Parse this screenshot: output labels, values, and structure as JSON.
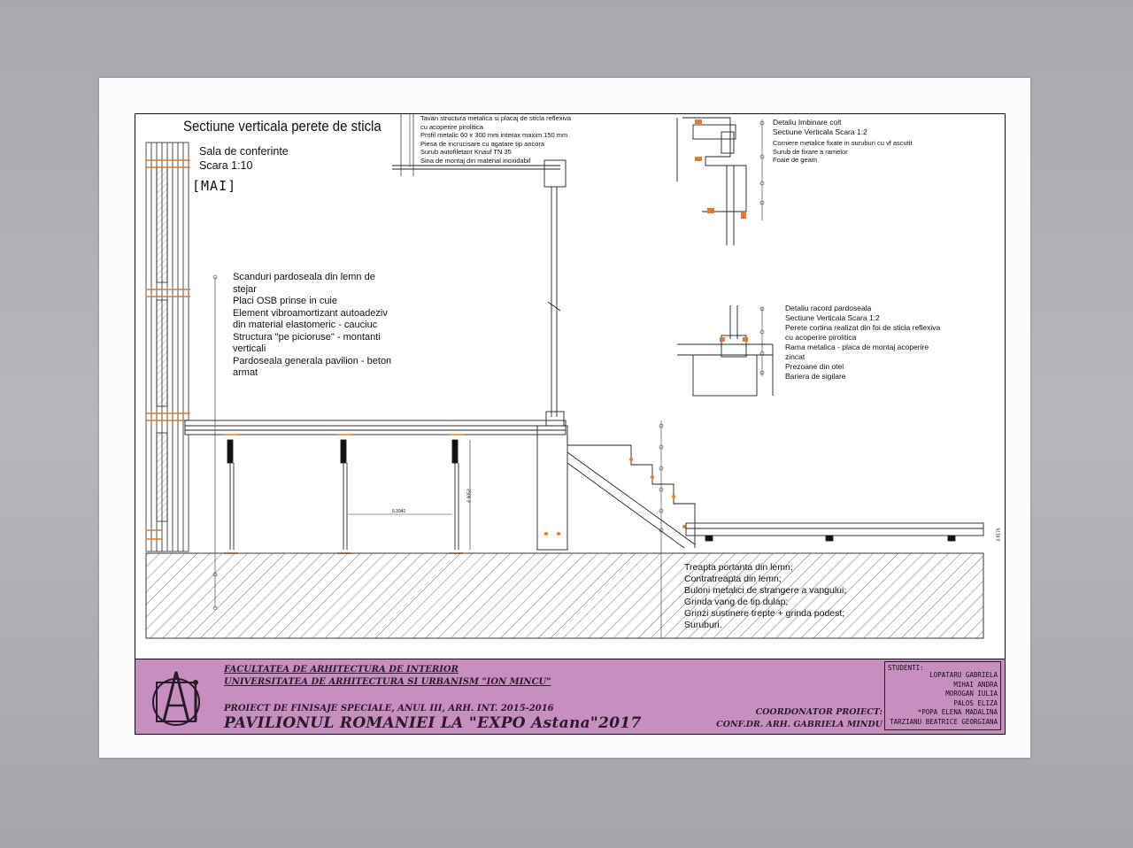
{
  "sheet": {
    "title": "Sectiune verticala perete de sticla",
    "room": "Sala de conferinte",
    "scale": "Scara 1:10",
    "stamp": "[MAI]"
  },
  "floor_notes": {
    "lines": [
      "Scanduri pardoseala din lemn de",
      "stejar",
      "Placi OSB prinse in cuie",
      "Element vibroamortizant autoadeziv",
      "din material elastomeric - cauciuc",
      "Structura \"pe picioruse\" - montanti",
      "verticali",
      "Pardoseala generala pavilion - beton",
      "armat"
    ]
  },
  "ceiling_notes": {
    "lines": [
      "Tavan structura metalica si placaj de sticla reflexiva",
      "cu acoperire pirolitica",
      "Profil metalic 60 x 300 mm interax maxim 150 mm",
      "Piesa de incrucisare cu agatare tip ancora",
      "Surub autofiletant Knauf TN 35",
      "Sina de montaj din material inoxidabil"
    ]
  },
  "detail_corner": {
    "title": "Detaliu Imbinare colt",
    "scale": "Sectiune Verticala Scara 1:2",
    "lines": [
      "Corniere metalice fixate in suruburi cu vf ascutit",
      "Surub de fixare a ramelor",
      "Foaie de geam"
    ]
  },
  "detail_floor": {
    "lines": [
      "Detaliu racord pardoseala",
      "Sectiune Verticala Scara 1:2",
      "Perete cortina realizat din foi de sticla reflexiva",
      "cu acoperire pirolitica",
      "Rama metalica - placa de montaj acoperire",
      "zincat",
      "Prezoane din otel",
      "Bariera de sigilare"
    ]
  },
  "stair_notes": {
    "lines": [
      "Treapta portanta din lemn;",
      "Contratreapta din lemn;",
      "Buloni metalici de strangere a vangului;",
      "Grinda vang de tip dulap;",
      "Grinzi sustinere trepte + grinda podest;",
      "Suruburi."
    ]
  },
  "dimensions": {
    "span": "6.3941",
    "height": "6.9053",
    "step": "3.9176"
  },
  "title_block": {
    "faculty": "FACULTATEA DE ARHITECTURA DE INTERIOR",
    "university": "UNIVERSITATEA DE ARHITECTURA SI URBANISM \"ION MINCU\"",
    "project": "PROIECT DE FINISAJE SPECIALE, ANUL III, ARH. INT. 2015-2016",
    "pavilion": "PAVILIONUL ROMANIEI LA \"EXPO Astana\"2017",
    "coordinator_label": "COORDONATOR PROIECT:",
    "coordinator_name": "CONF.DR. ARH.  GABRIELA MINDU",
    "students_label": "STUDENTI:",
    "students": [
      "LOPATARU GABRIELA",
      "MIHAI ANDRA",
      "MOROGAN IULIA",
      "PALOS ELIZA",
      "*POPA ELENA MADALINA",
      "TARZIANU BEATRICE GEORGIANA"
    ]
  },
  "colors": {
    "title_block_fill": "#c78fc0",
    "accent_orange": "#e8782a",
    "line": "#111111"
  }
}
